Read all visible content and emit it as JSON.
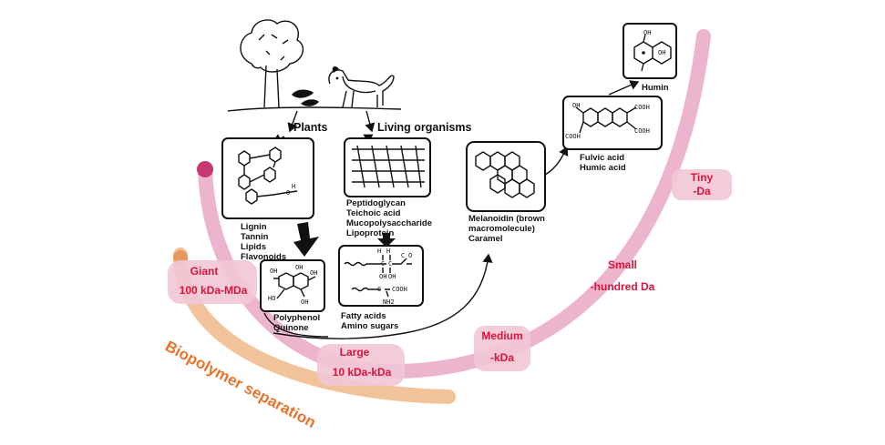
{
  "sources": {
    "plants_label": "Plants",
    "living_label": "Living organisms"
  },
  "compounds": {
    "lignin_group": [
      "Lignin",
      "Tannin",
      "Lipids",
      "Flavonoids"
    ],
    "peptido_group": [
      "Peptidoglycan",
      "Teichoic acid",
      "Mucopolysaccharide",
      "Lipoprotein"
    ],
    "polyphenol_group": [
      "Polyphenol",
      "Quinone"
    ],
    "fatty_group": [
      "Fatty acids",
      "Amino sugars"
    ],
    "melanoidin_group": [
      "Melanoidin (brown",
      "macromolecule)",
      "Caramel"
    ],
    "fulvic_group": [
      "Fulvic acid",
      "Humic acid"
    ],
    "humin_label": "Humin"
  },
  "chem_marks": {
    "oh": "OH",
    "cooh": "COOH",
    "ho": "HO",
    "nh2": "NH2",
    "o": "O",
    "h": "H",
    "c": "C",
    "n": "N"
  },
  "size_classes": {
    "giant": [
      "Giant",
      "100 kDa-MDa"
    ],
    "large": [
      "Large",
      "10 kDa-kDa"
    ],
    "medium": [
      "Medium",
      "-kDa"
    ],
    "small": [
      "Small",
      "-hundred Da"
    ],
    "tiny": [
      "Tiny",
      "-Da"
    ]
  },
  "separation_label": "Biopolymer separation",
  "colors": {
    "pink_band": "#e7a3c1",
    "pink_dot": "#c6386f",
    "orange_band": "#f0b98a",
    "size_text": "#d8143c",
    "size_blob": "#f2c6d6",
    "separation_text": "#e8742c"
  },
  "icons": [
    "tree-icon",
    "dog-icon",
    "leaf-icon"
  ]
}
